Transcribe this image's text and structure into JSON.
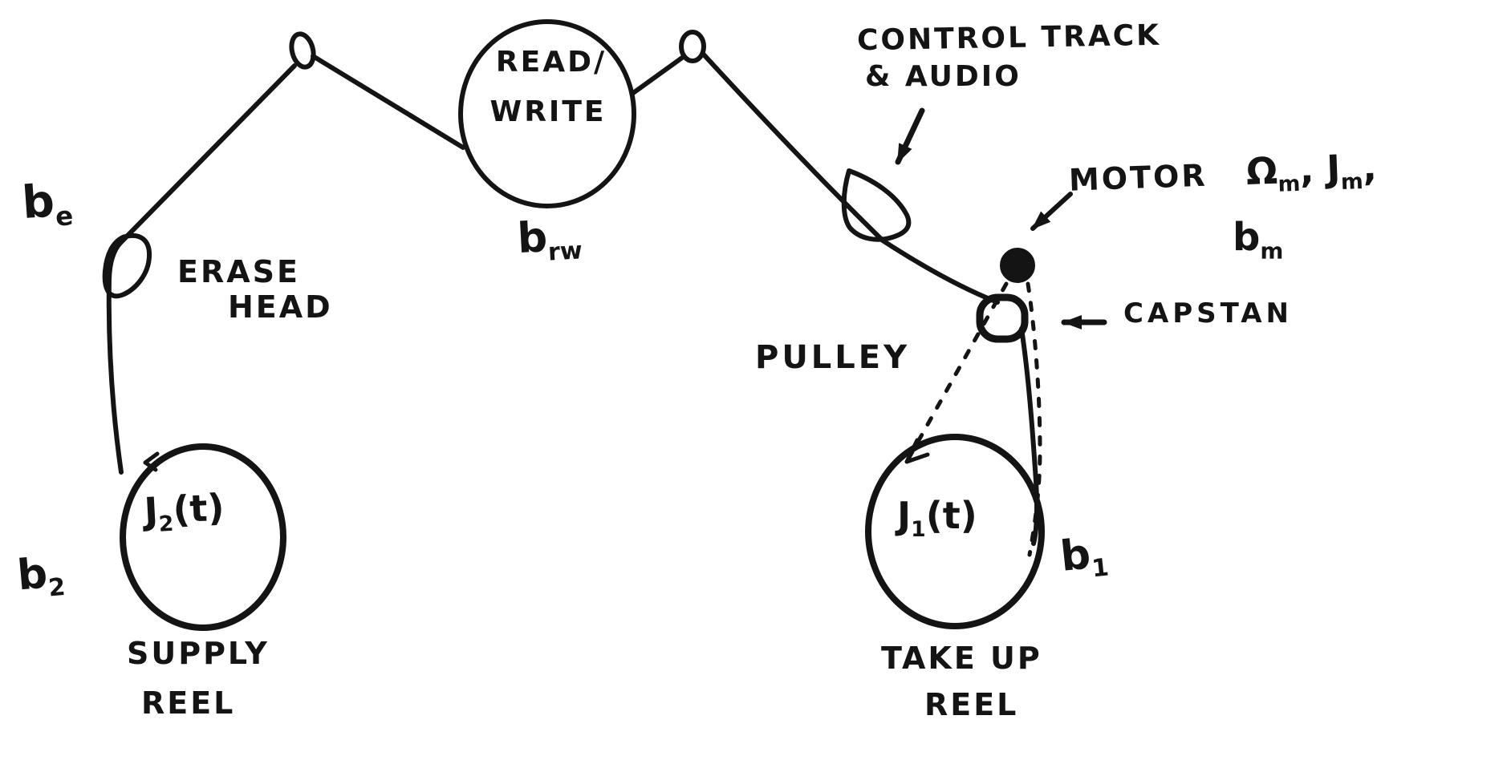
{
  "colors": {
    "ink": "#141414",
    "paper": "#ffffff"
  },
  "labels": {
    "erase_head": {
      "damping": {
        "base": "b",
        "sub": "e"
      },
      "caption": [
        "ERASE",
        "HEAD"
      ]
    },
    "supply_reel": {
      "inertia": {
        "base": "J",
        "sub": "2",
        "suffix": "(t)"
      },
      "damping": {
        "base": "b",
        "sub": "2"
      },
      "caption": [
        "SUPPLY",
        "REEL"
      ]
    },
    "read_write_head": {
      "lines": [
        "READ/",
        "WRITE"
      ],
      "damping": {
        "base": "b",
        "sub": "rw"
      }
    },
    "control_head": {
      "caption": [
        "CONTROL TRACK",
        "& AUDIO"
      ]
    },
    "motor": {
      "name": "MOTOR",
      "speed": {
        "base": "Ω",
        "sub": "m"
      },
      "sep1": ",",
      "inertia": {
        "base": "J",
        "sub": "m"
      },
      "sep2": ",",
      "damping": {
        "base": "b",
        "sub": "m"
      }
    },
    "capstan": {
      "caption": "CAPSTAN"
    },
    "pulley": {
      "caption": "PULLEY"
    },
    "take_up_reel": {
      "inertia": {
        "base": "J",
        "sub": "1",
        "suffix": "(t)"
      },
      "damping": {
        "base": "b",
        "sub": "1"
      },
      "caption": [
        "TAKE UP",
        "REEL"
      ]
    }
  }
}
